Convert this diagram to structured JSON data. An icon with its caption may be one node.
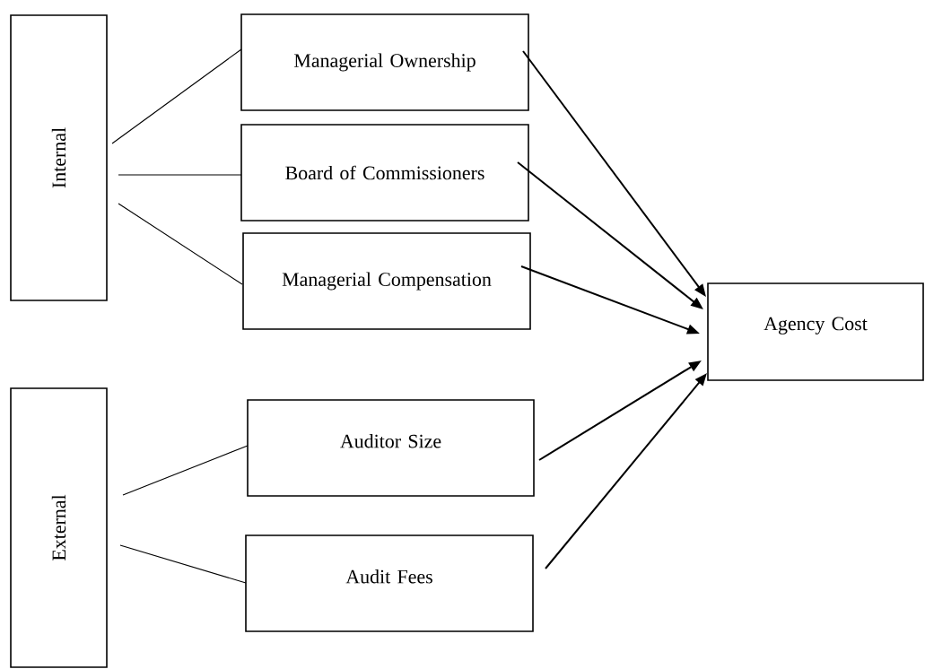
{
  "diagram": {
    "nodes": [
      {
        "text": [
          "Internal"
        ]
      },
      {
        "text": [
          "Managerial Ownership"
        ]
      },
      {
        "text": [
          "Board of Commissioners"
        ]
      },
      {
        "text": [
          "Managerial Compensation"
        ]
      },
      {
        "text": [
          "Agency Cost"
        ]
      },
      {
        "text": [
          "External"
        ]
      },
      {
        "text": [
          "Auditor Size"
        ]
      },
      {
        "text": [
          "Audit Fees"
        ]
      }
    ],
    "edges": [
      {
        "from": 0,
        "to": 1,
        "arrow": "none"
      },
      {
        "from": 0,
        "to": 2,
        "arrow": "none"
      },
      {
        "from": 0,
        "to": 3,
        "arrow": "none"
      },
      {
        "from": 5,
        "to": 6,
        "arrow": "none"
      },
      {
        "from": 5,
        "to": 7,
        "arrow": "none"
      },
      {
        "from": 1,
        "to": 4,
        "arrow": "to"
      },
      {
        "from": 2,
        "to": 4,
        "arrow": "to"
      },
      {
        "from": 3,
        "to": 4,
        "arrow": "to"
      },
      {
        "from": 6,
        "to": 4,
        "arrow": "to"
      },
      {
        "from": 7,
        "to": 4,
        "arrow": "to"
      }
    ]
  }
}
